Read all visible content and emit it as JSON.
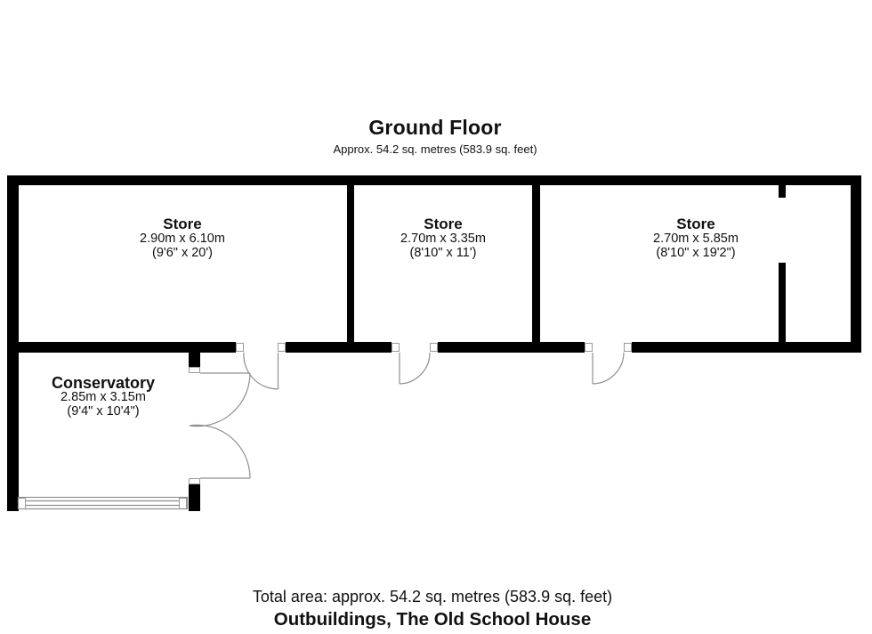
{
  "header": {
    "title": "Ground Floor",
    "subtitle": "Approx. 54.2 sq. metres (583.9 sq. feet)"
  },
  "rooms": [
    {
      "name": "Store",
      "size_metric": "2.90m x 6.10m",
      "size_imperial": "(9'6\" x 20')"
    },
    {
      "name": "Store",
      "size_metric": "2.70m x 3.35m",
      "size_imperial": "(8'10\" x 11')"
    },
    {
      "name": "Store",
      "size_metric": "2.70m x 5.85m",
      "size_imperial": "(8'10\" x 19'2\")"
    },
    {
      "name": "Conservatory",
      "size_metric": "2.85m x 3.15m",
      "size_imperial": "(9'4\" x 10'4\")"
    }
  ],
  "footer": {
    "total_area": "Total area: approx. 54.2 sq. metres (583.9 sq. feet)",
    "property_name": "Outbuildings, The Old School House"
  },
  "colors": {
    "wall": "#000000",
    "background": "#ffffff",
    "door_line": "#8f8f8f"
  }
}
